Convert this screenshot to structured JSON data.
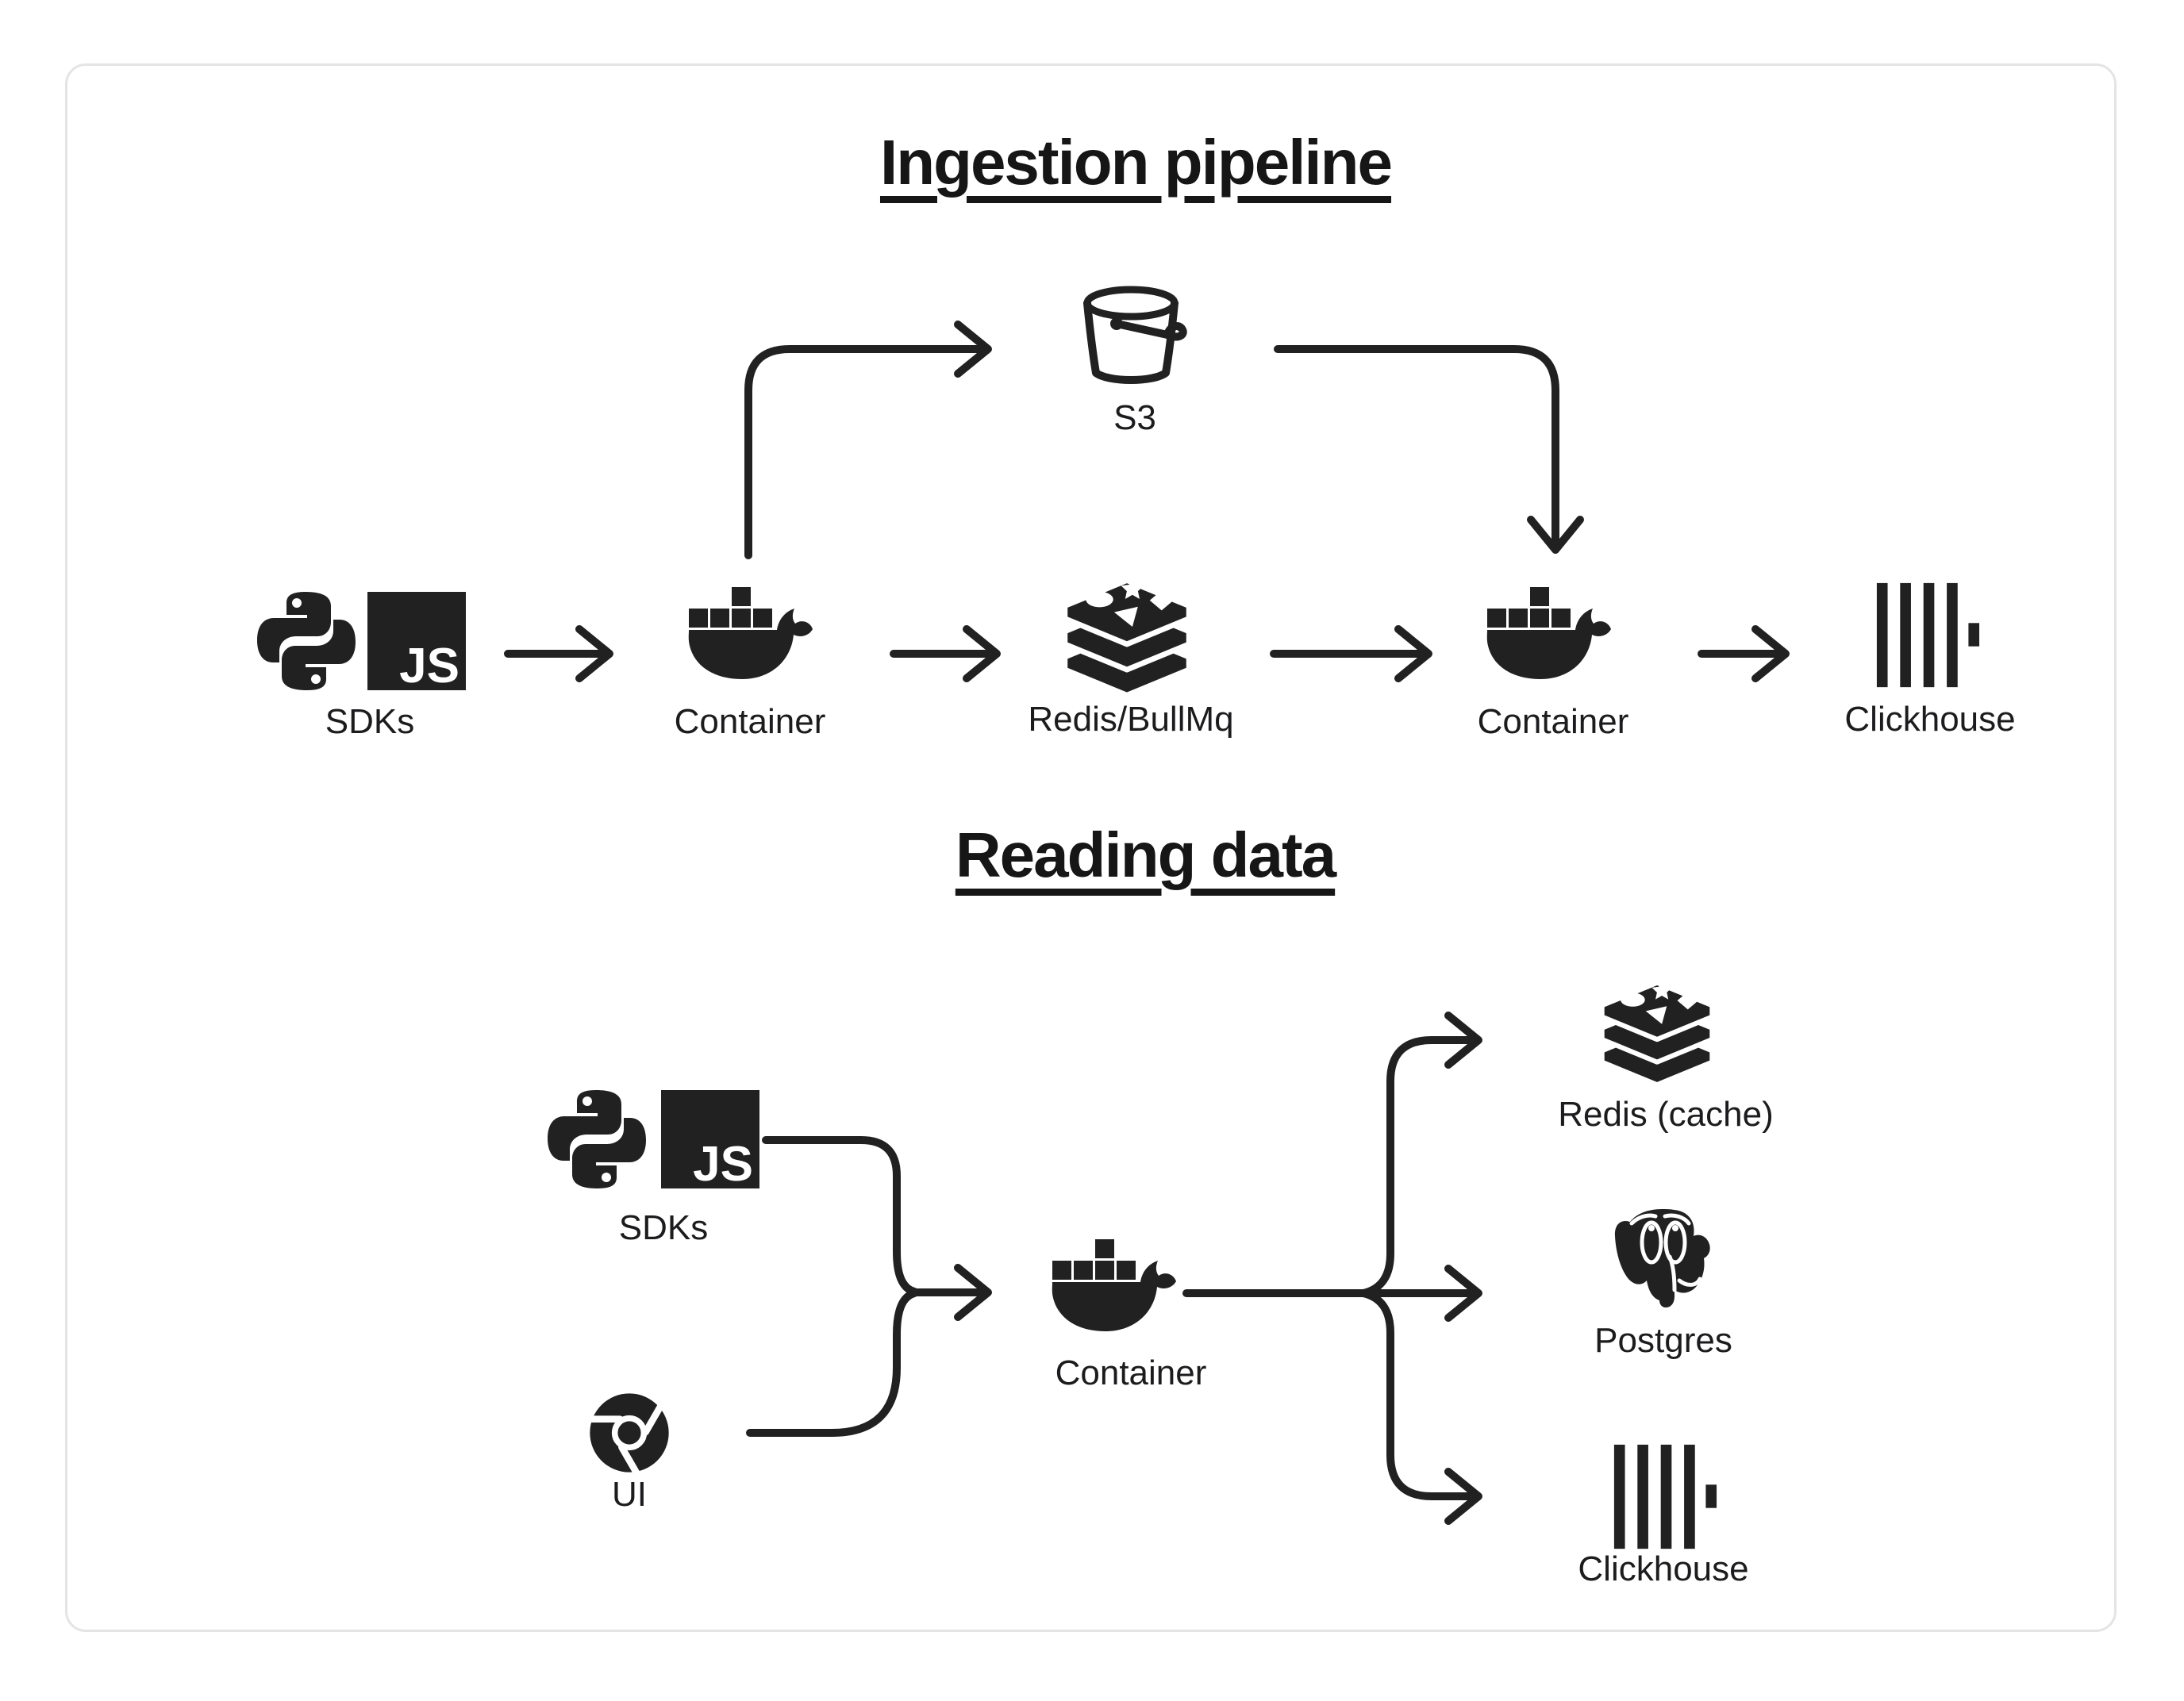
{
  "diagram": {
    "ingestion": {
      "title": "Ingestion pipeline",
      "labels": {
        "sdks": "SDKs",
        "container_ingest": "Container",
        "queue": "Redis/BullMq",
        "container_worker": "Container",
        "clickhouse": "Clickhouse",
        "s3": "S3"
      }
    },
    "reading": {
      "title": "Reading data",
      "labels": {
        "sdks": "SDKs",
        "ui": "UI",
        "container": "Container",
        "redis_cache": "Redis (cache)",
        "postgres": "Postgres",
        "clickhouse": "Clickhouse"
      }
    },
    "icons": {
      "js_text": "JS"
    },
    "colors": {
      "ink": "#212121",
      "text": "#1c1c1e",
      "card_border": "#e4e4e4",
      "background": "#ffffff"
    }
  }
}
